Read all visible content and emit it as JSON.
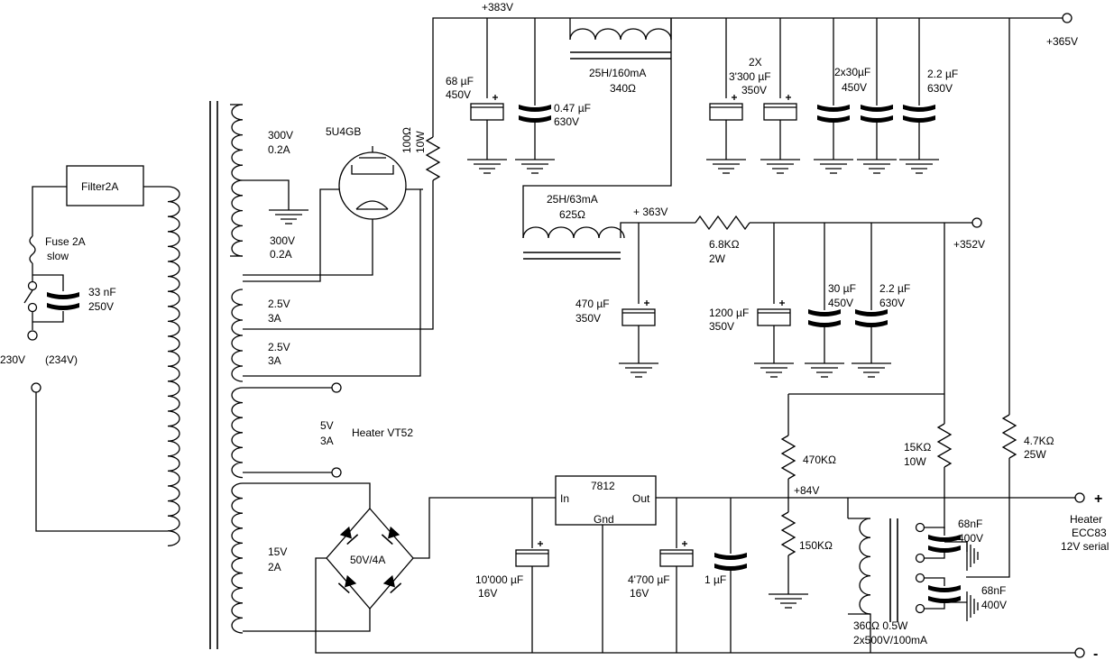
{
  "labels": {
    "v383": "+383V",
    "v365": "+365V",
    "v363": "+ 363V",
    "v352": "+352V",
    "v84": "+84V",
    "choke1_a": "25H/160mA",
    "choke1_b": "340Ω",
    "choke2_a": "25H/63mA",
    "choke2_b": "625Ω",
    "c68_a": "68 µF",
    "c68_b": "450V",
    "c047_a": "0.47 µF",
    "c047_b": "630V",
    "c3300_a": "2X",
    "c3300_b": "3'300 µF",
    "c3300_c": "350V",
    "c2x30_a": "2x30µF",
    "c2x30_b": "450V",
    "c22a_a": "2.2 µF",
    "c22a_b": "630V",
    "r100_a": "100Ω",
    "r100_b": "10W",
    "tube": "5U4GB",
    "sec300a_a": "300V",
    "sec300a_b": "0.2A",
    "sec300b_a": "300V",
    "sec300b_b": "0.2A",
    "sec25a_a": "2.5V",
    "sec25a_b": "3A",
    "sec25b_a": "2.5V",
    "sec25b_b": "3A",
    "sec5_a": "5V",
    "sec5_b": "3A",
    "heater_vt52": "Heater VT52",
    "sec15_a": "15V",
    "sec15_b": "2A",
    "filter": "Filter2A",
    "fuse_a": "Fuse 2A",
    "fuse_b": "slow",
    "c33_a": "33 nF",
    "c33_b": "250V",
    "mains_a": "230V",
    "mains_b": "(234V)",
    "r68k_a": "6.8KΩ",
    "r68k_b": "2W",
    "c470_a": "470 µF",
    "c470_b": "350V",
    "c1200_a": "1200 µF",
    "c1200_b": "350V",
    "c30_a": "30 µF",
    "c30_b": "450V",
    "c22b_a": "2.2 µF",
    "c22b_b": "630V",
    "r470k": "470KΩ",
    "r150k": "150KΩ",
    "r15k_a": "15KΩ",
    "r15k_b": "10W",
    "r47k_a": "4.7KΩ",
    "r47k_b": "25W",
    "reg": "7812",
    "reg_in": "In",
    "reg_out": "Out",
    "reg_gnd": "Gnd",
    "bridge": "50V/4A",
    "c10000_a": "10'000 µF",
    "c10000_b": "16V",
    "c4700_a": "4'700 µF",
    "c4700_b": "16V",
    "c1u": "1 µF",
    "c68n1_a": "68nF",
    "c68n1_b": "400V",
    "c68n2_a": "68nF",
    "c68n2_b": "400V",
    "choke3_a": "360Ω 0.5W",
    "choke3_b": "2x500V/100mA",
    "plus": "+",
    "minus": "-",
    "heater_a": "Heater",
    "heater_b": "ECC83",
    "heater_c": "12V serial"
  }
}
